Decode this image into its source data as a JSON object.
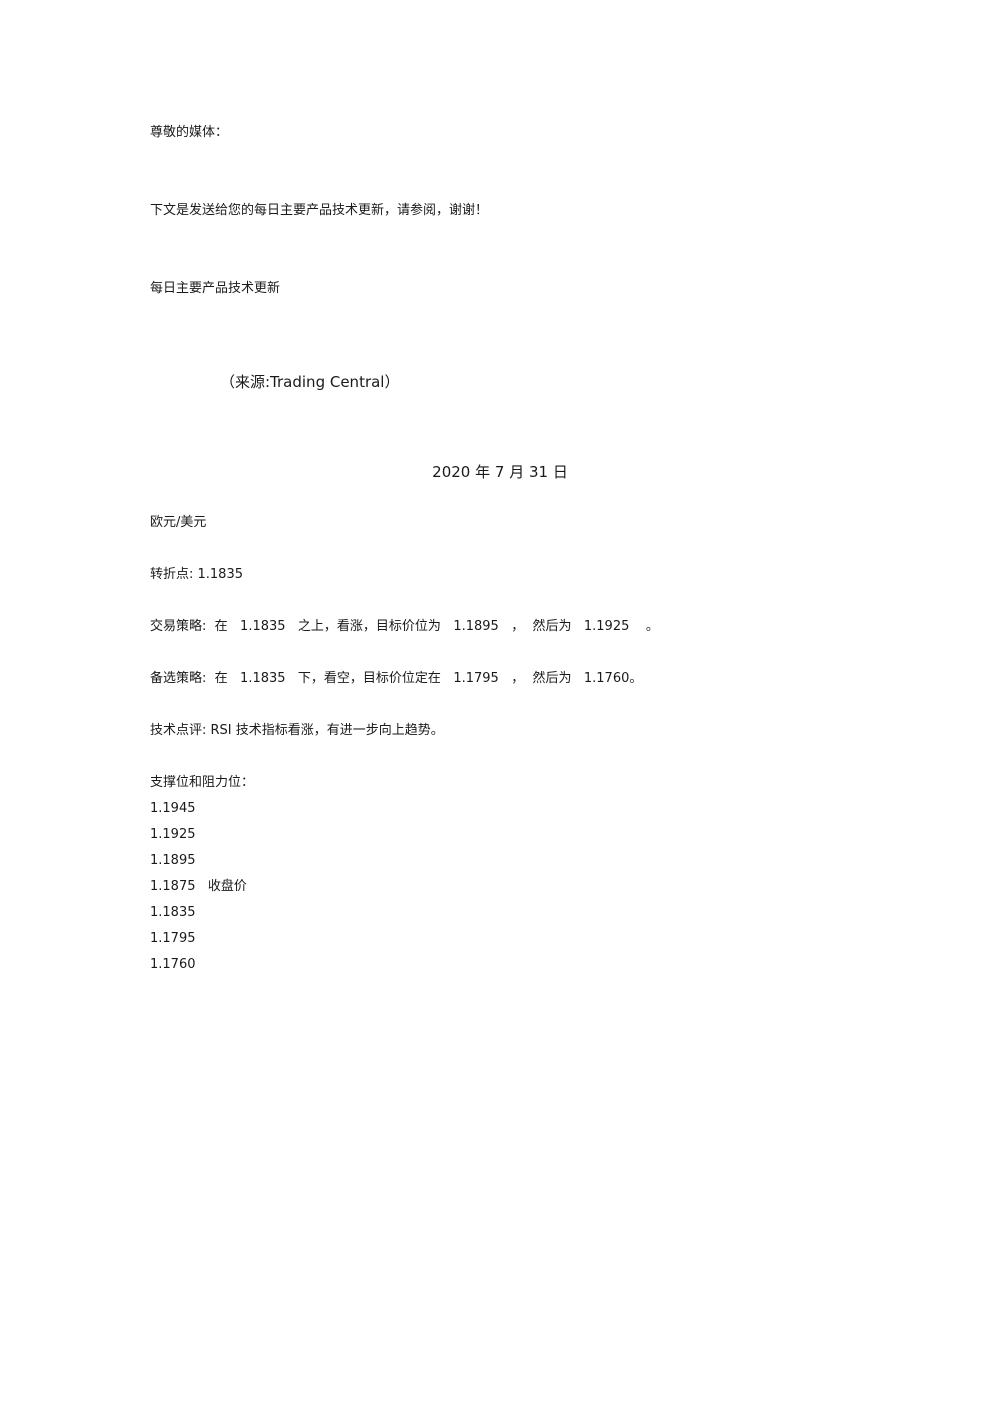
{
  "letter": {
    "greeting": "尊敬的媒体：",
    "intro": "下文是发送给您的每日主要产品技术更新，请参阅，谢谢！",
    "heading": "每日主要产品技术更新",
    "source": "（来源:Trading Central）",
    "date": "2020 年 7 月 31 日"
  },
  "analysis": {
    "pair": "欧元/美元",
    "pivot": "转折点: 1.1835",
    "strategy": "交易策略:  在   1.1835   之上，看涨，目标价位为   1.1895   ，  然后为   1.1925    。",
    "alternative": "备选策略:  在   1.1835   下，看空，目标价位定在   1.1795   ，  然后为   1.1760。",
    "comment": "技术点评: RSI 技术指标看涨，有进一步向上趋势。",
    "levels_title": "支撑位和阻力位：",
    "levels": [
      "1.1945",
      "1.1925",
      "1.1895",
      "1.1875   收盘价",
      "1.1835",
      "1.1795",
      "1.1760"
    ]
  }
}
